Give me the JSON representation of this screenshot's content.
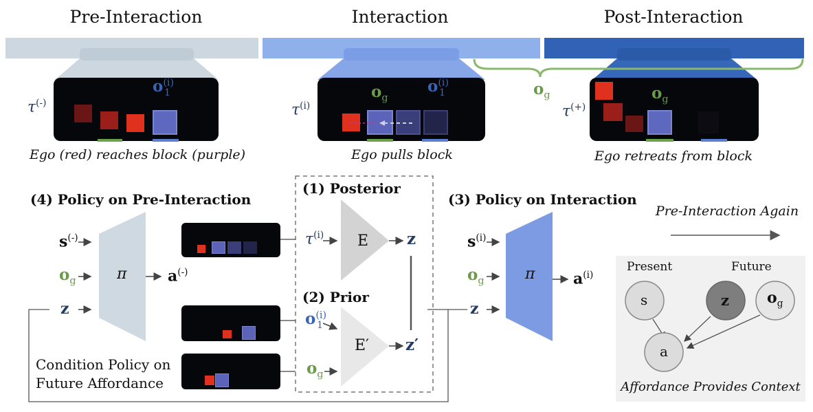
{
  "headers": {
    "pre": "Pre-Interaction",
    "interaction": "Interaction",
    "post": "Post-Interaction"
  },
  "colors": {
    "pre_band": "#ccd7df",
    "interaction_band": "#8fb0ea",
    "post_band": "#3162b5",
    "goal_green": "#6a9a4a",
    "obs_blue": "#3a64b8",
    "navy": "#1f3b67",
    "policy_pre": "#cfd9e2",
    "policy_interaction": "#7d9be3"
  },
  "captions": {
    "pre": "Ego (red) reaches block (purple)",
    "interaction": "Ego pulls block",
    "post": "Ego retreats from block"
  },
  "symbols": {
    "tau": "τ",
    "tau_pre_sup": "(-)",
    "tau_int_sup": "(i)",
    "tau_post_sup": "(+)",
    "o": "o",
    "g": "g",
    "sup_i": "(i)",
    "sub_1": "1",
    "s": "s",
    "s_pre_sup": "(-)",
    "a": "a",
    "a_pre_sup": "(-)",
    "z": "z",
    "z_prime": "z′",
    "pi": "π",
    "E": "E",
    "E_prime": "E′"
  },
  "sections": {
    "policy_pre": "(4)  Policy on Pre-Interaction",
    "posterior": "(1)  Posterior",
    "prior": "(2)  Prior",
    "policy_interaction": "(3)  Policy on Interaction",
    "again": "Pre-Interaction Again"
  },
  "condition_text": {
    "line1": "Condition Policy on",
    "line2": "Future Affordance"
  },
  "graph": {
    "present": "Present",
    "future": "Future",
    "node_s": "s",
    "node_z": "z",
    "node_a": "a",
    "caption": "Affordance Provides Context"
  }
}
